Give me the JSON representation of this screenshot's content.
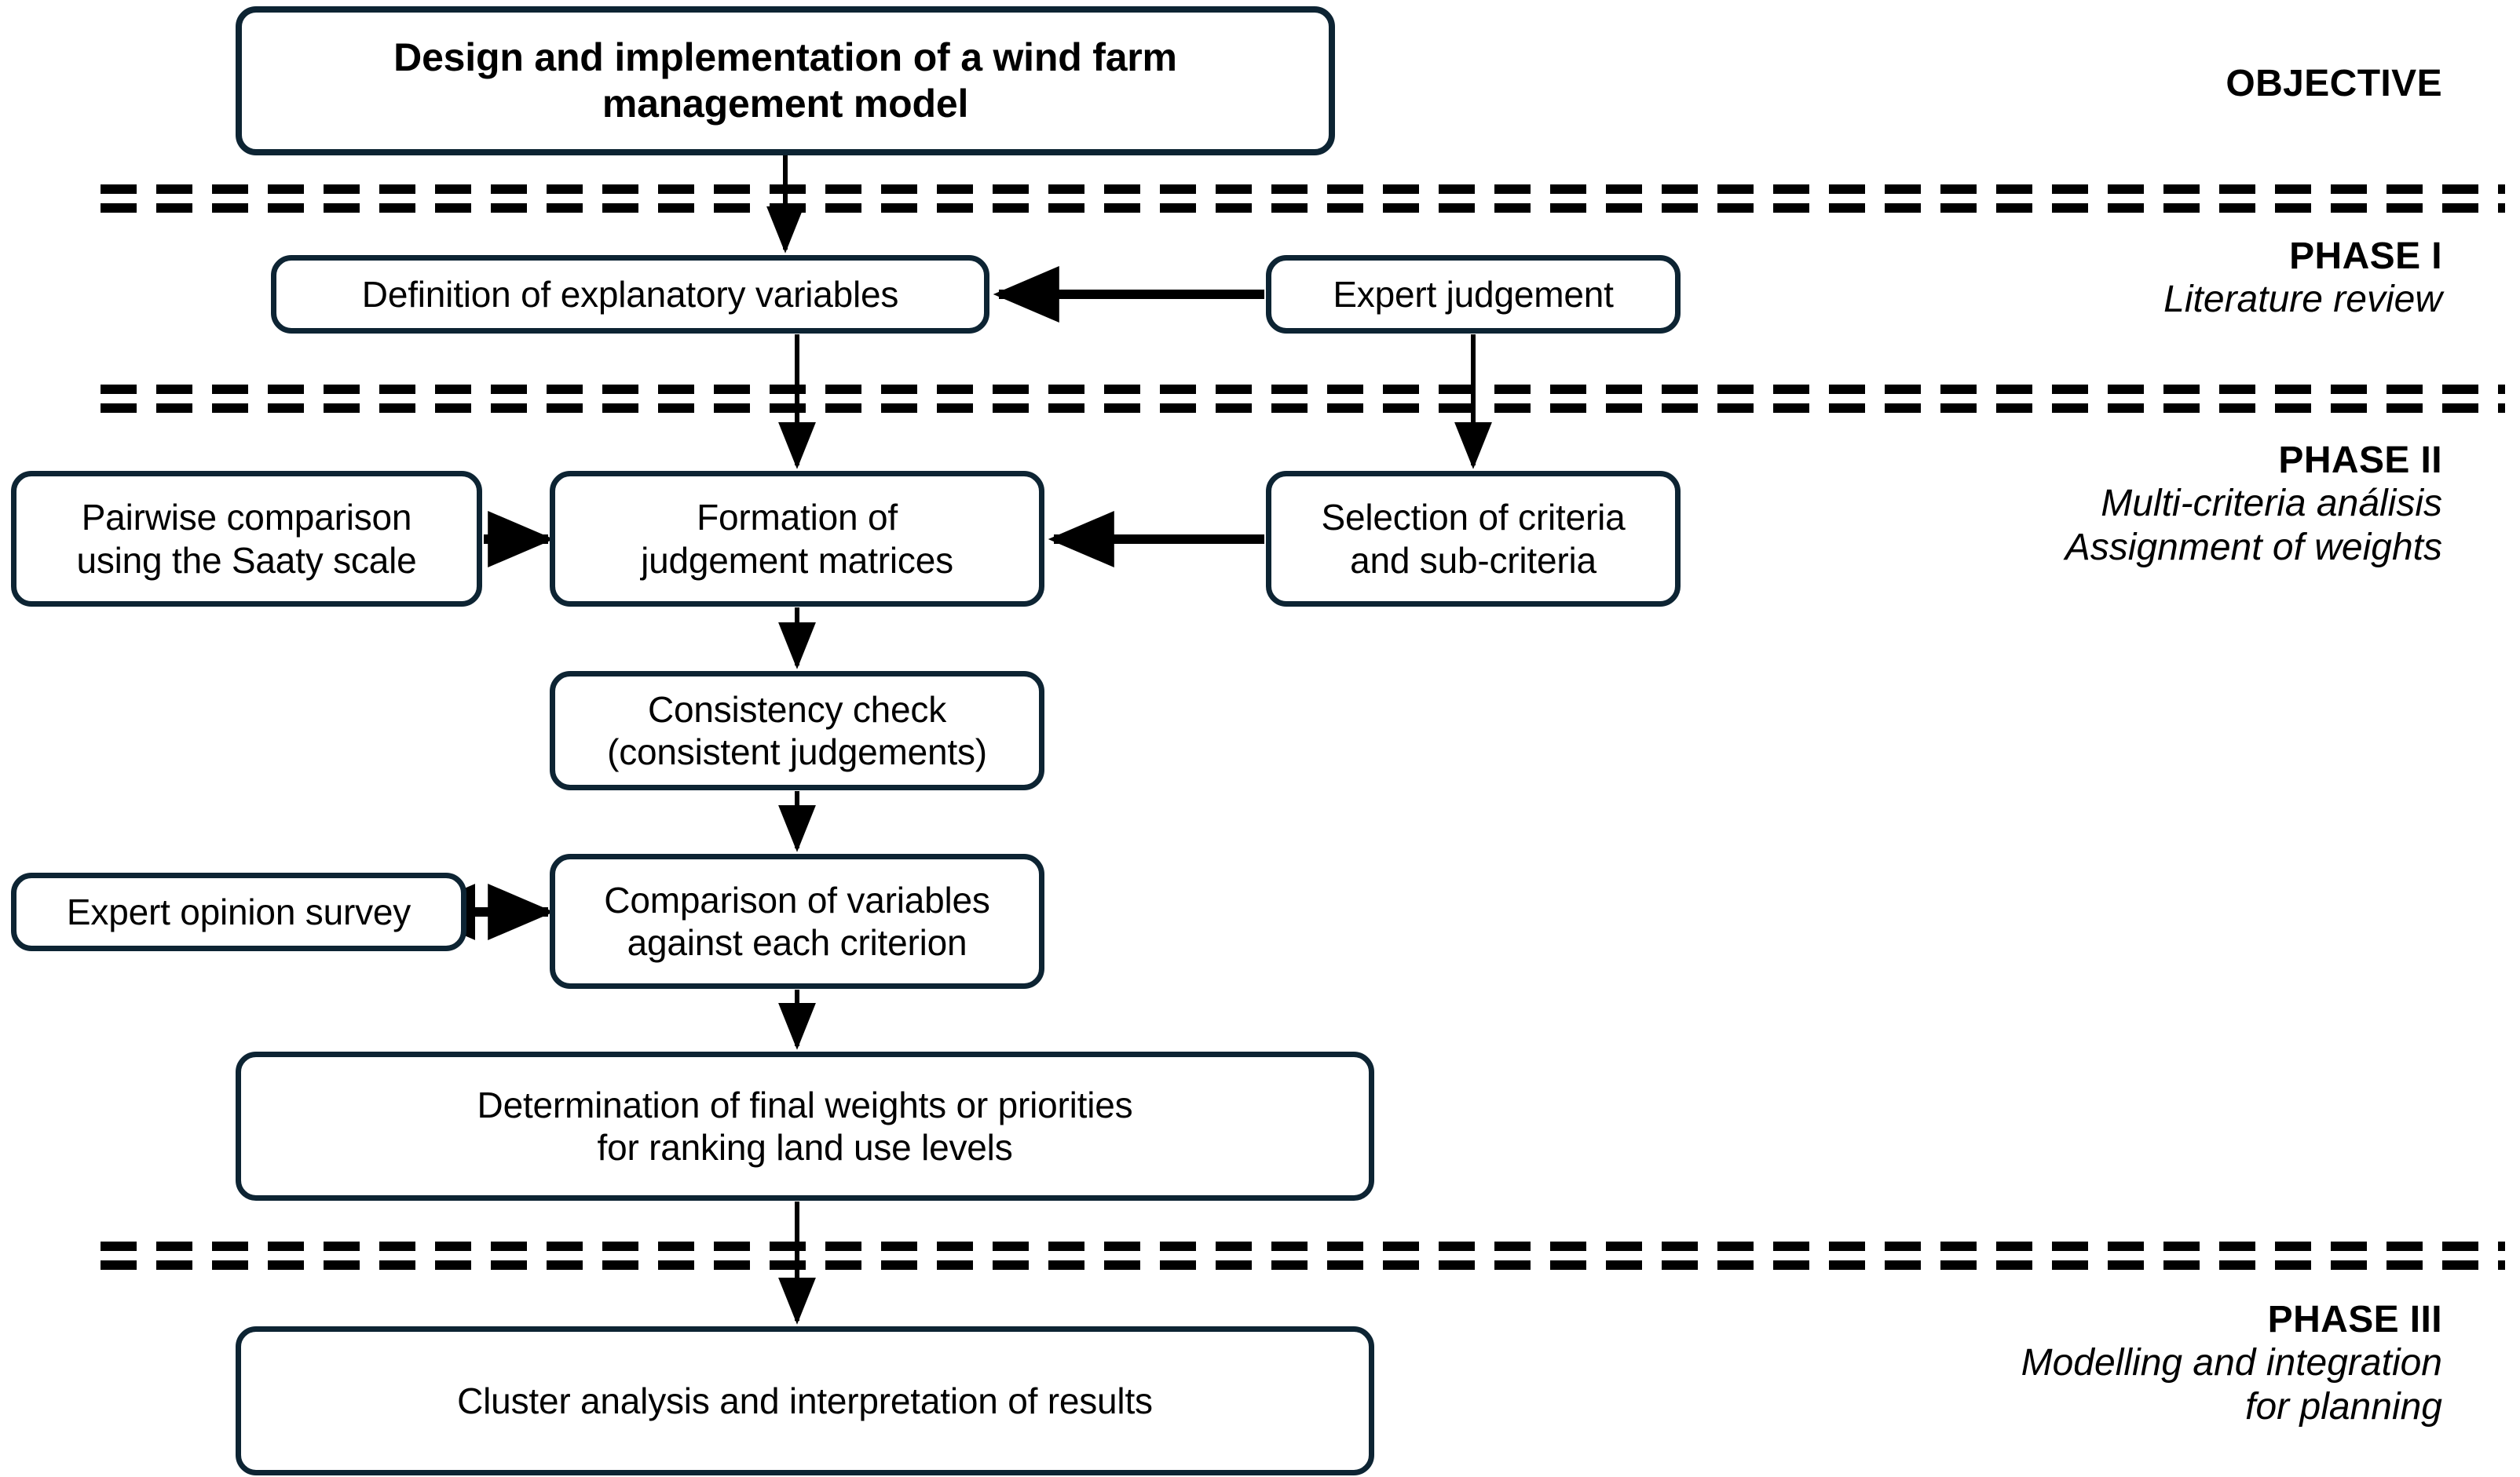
{
  "diagram": {
    "title_box": {
      "label": "Design and implementation of a wind farm\nmanagement model"
    },
    "nodes": [
      {
        "id": "definition",
        "label": "Definition of explanatory variables"
      },
      {
        "id": "expert-judgement",
        "label": "Expert judgement"
      },
      {
        "id": "pairwise",
        "label": "Pairwise comparison\nusing the Saaty scale"
      },
      {
        "id": "formation",
        "label": "Formation of\njudgement matrices"
      },
      {
        "id": "selection",
        "label": "Selection of criteria\nand sub-criteria"
      },
      {
        "id": "consistency",
        "label": "Consistency check\n(consistent judgements)"
      },
      {
        "id": "survey",
        "label": "Expert opinion survey"
      },
      {
        "id": "comparison",
        "label": "Comparison of variables\nagainst each criterion"
      },
      {
        "id": "determination",
        "label": "Determination of final weights or priorities\nfor ranking land use levels"
      },
      {
        "id": "cluster",
        "label": "Cluster analysis and interpretation of results"
      }
    ],
    "side_labels": [
      {
        "id": "objective",
        "header": "OBJECTIVE",
        "sub1": "",
        "sub2": ""
      },
      {
        "id": "phase-1",
        "header": "PHASE I",
        "sub1": "Literature review",
        "sub2": ""
      },
      {
        "id": "phase-2",
        "header": "PHASE II",
        "sub1": "Multi-criteria análisis",
        "sub2": "Assignment of weights"
      },
      {
        "id": "phase-3",
        "header": "PHASE III",
        "sub1": "Modelling and integration",
        "sub2": "for planning"
      }
    ],
    "colors": {
      "box_border": "#0d2433",
      "box_fill": "#ffffff",
      "separator": "#000000",
      "connector": "#000000",
      "text": "#000000"
    }
  }
}
